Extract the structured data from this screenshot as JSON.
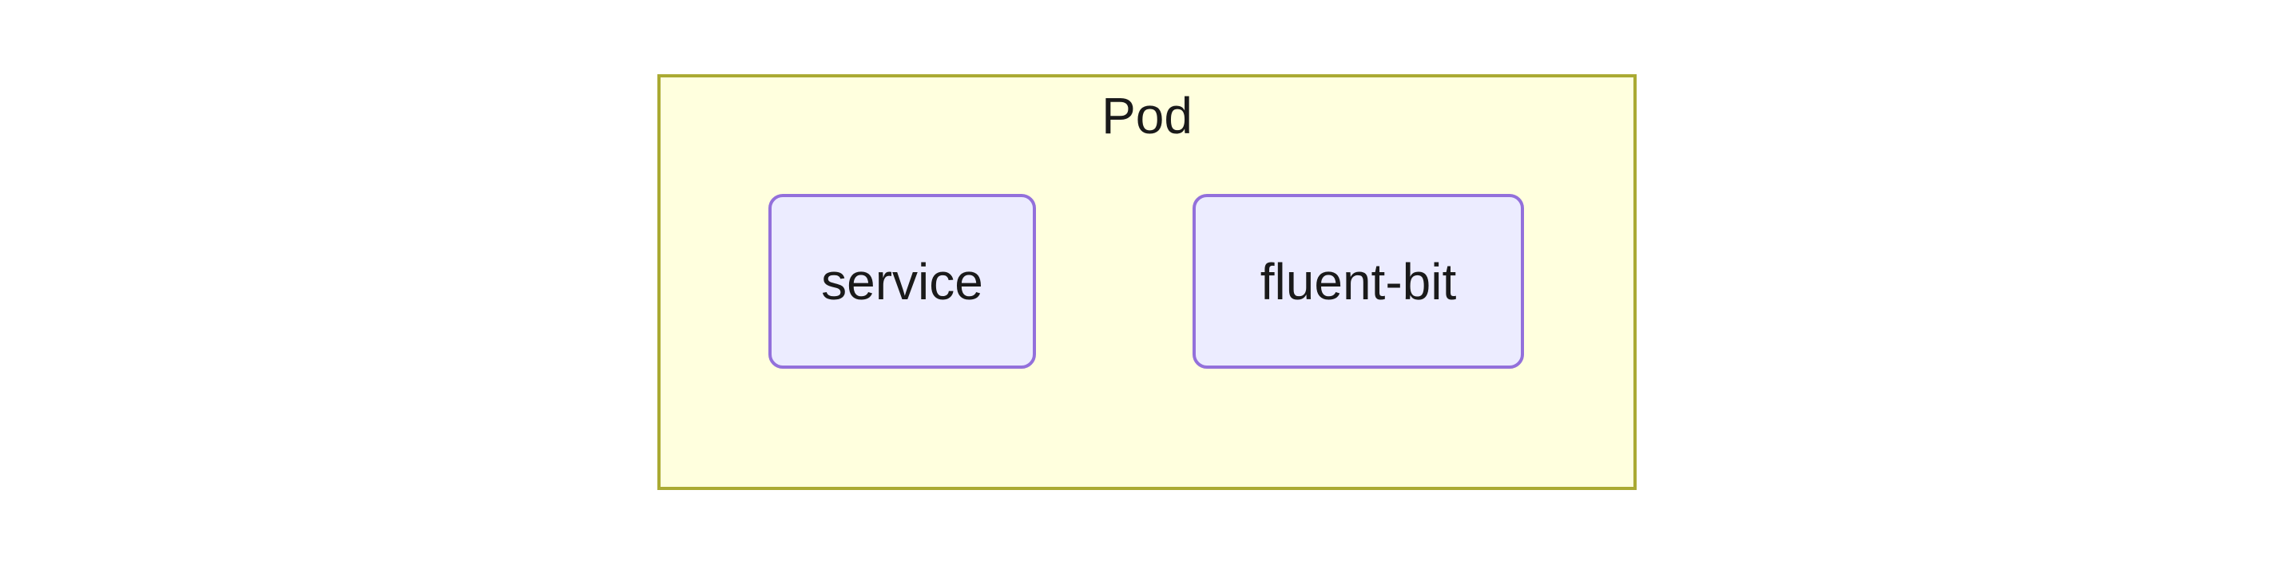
{
  "diagram": {
    "type": "container-diagram",
    "cluster": {
      "label": "Pod",
      "fill": "#FFFFDE",
      "border": "#AAAA33"
    },
    "nodes": [
      {
        "id": "service",
        "label": "service",
        "fill": "#ECECFF",
        "border": "#9370DB",
        "shape": "rounded-rect"
      },
      {
        "id": "fluent-bit",
        "label": "fluent-bit",
        "fill": "#ECECFF",
        "border": "#9370DB",
        "shape": "rounded-rect"
      }
    ],
    "edges": [],
    "text_color": "#1a1a1a",
    "background": "#ffffff"
  }
}
